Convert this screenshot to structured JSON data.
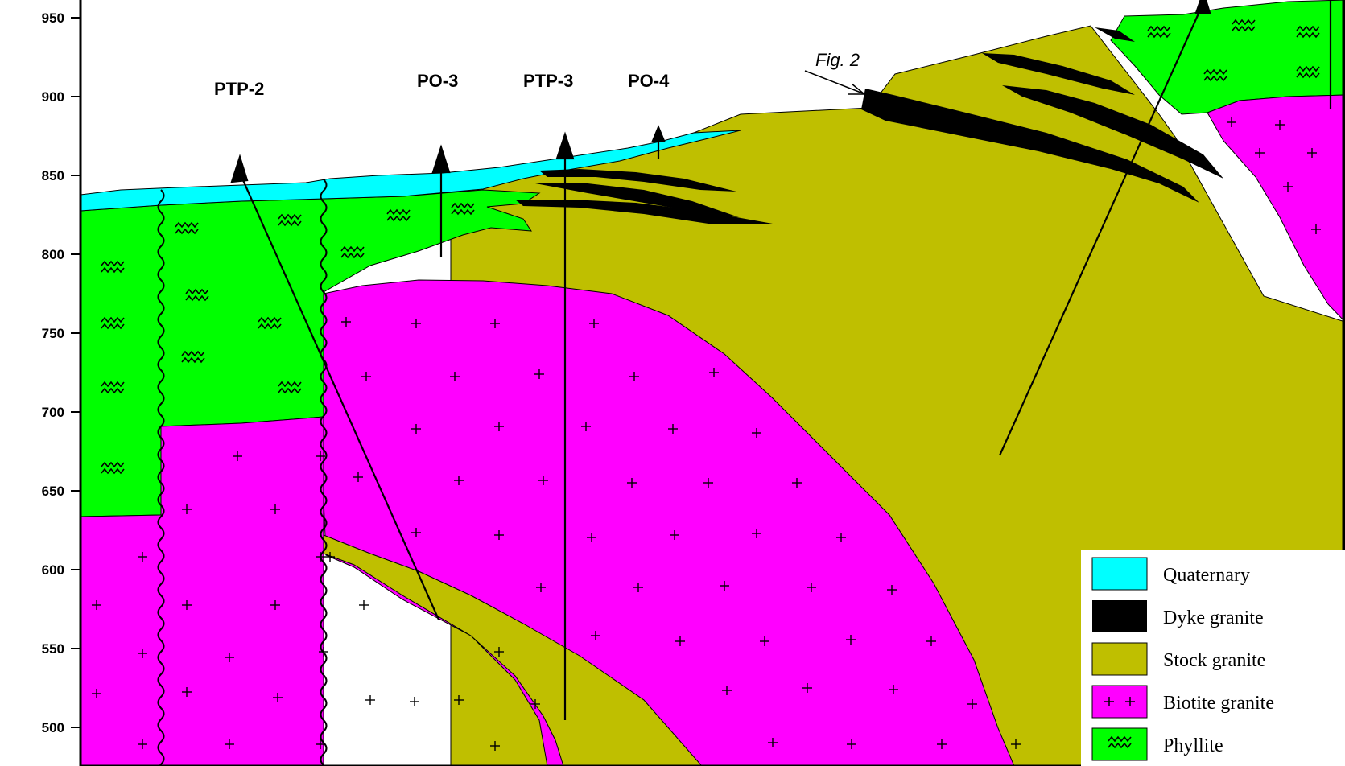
{
  "axis": {
    "ticks": [
      "950",
      "900",
      "850",
      "800",
      "750",
      "700",
      "650",
      "600",
      "550",
      "500"
    ]
  },
  "boreholes": [
    {
      "id": "ptp2",
      "label": "PTP-2"
    },
    {
      "id": "po3",
      "label": "PO-3"
    },
    {
      "id": "ptp3",
      "label": "PTP-3"
    },
    {
      "id": "po4",
      "label": "PO-4"
    }
  ],
  "figure_ref": "Fig. 2",
  "legend": {
    "items": [
      {
        "key": "quaternary",
        "label": "Quaternary",
        "color": "#00FFFF",
        "pattern": "none"
      },
      {
        "key": "dyke",
        "label": "Dyke granite",
        "color": "#000000",
        "pattern": "none"
      },
      {
        "key": "stock",
        "label": "Stock granite",
        "color": "#BFBF00",
        "pattern": "none"
      },
      {
        "key": "biotite",
        "label": "Biotite granite",
        "color": "#FF00FF",
        "pattern": "crosses"
      },
      {
        "key": "phyllite",
        "label": "Phyllite",
        "color": "#00FF00",
        "pattern": "zigzag"
      }
    ]
  },
  "colors": {
    "quaternary": "#00FFFF",
    "dyke": "#000000",
    "stock": "#BFBF00",
    "biotite": "#FF00FF",
    "phyllite": "#00FF00"
  }
}
